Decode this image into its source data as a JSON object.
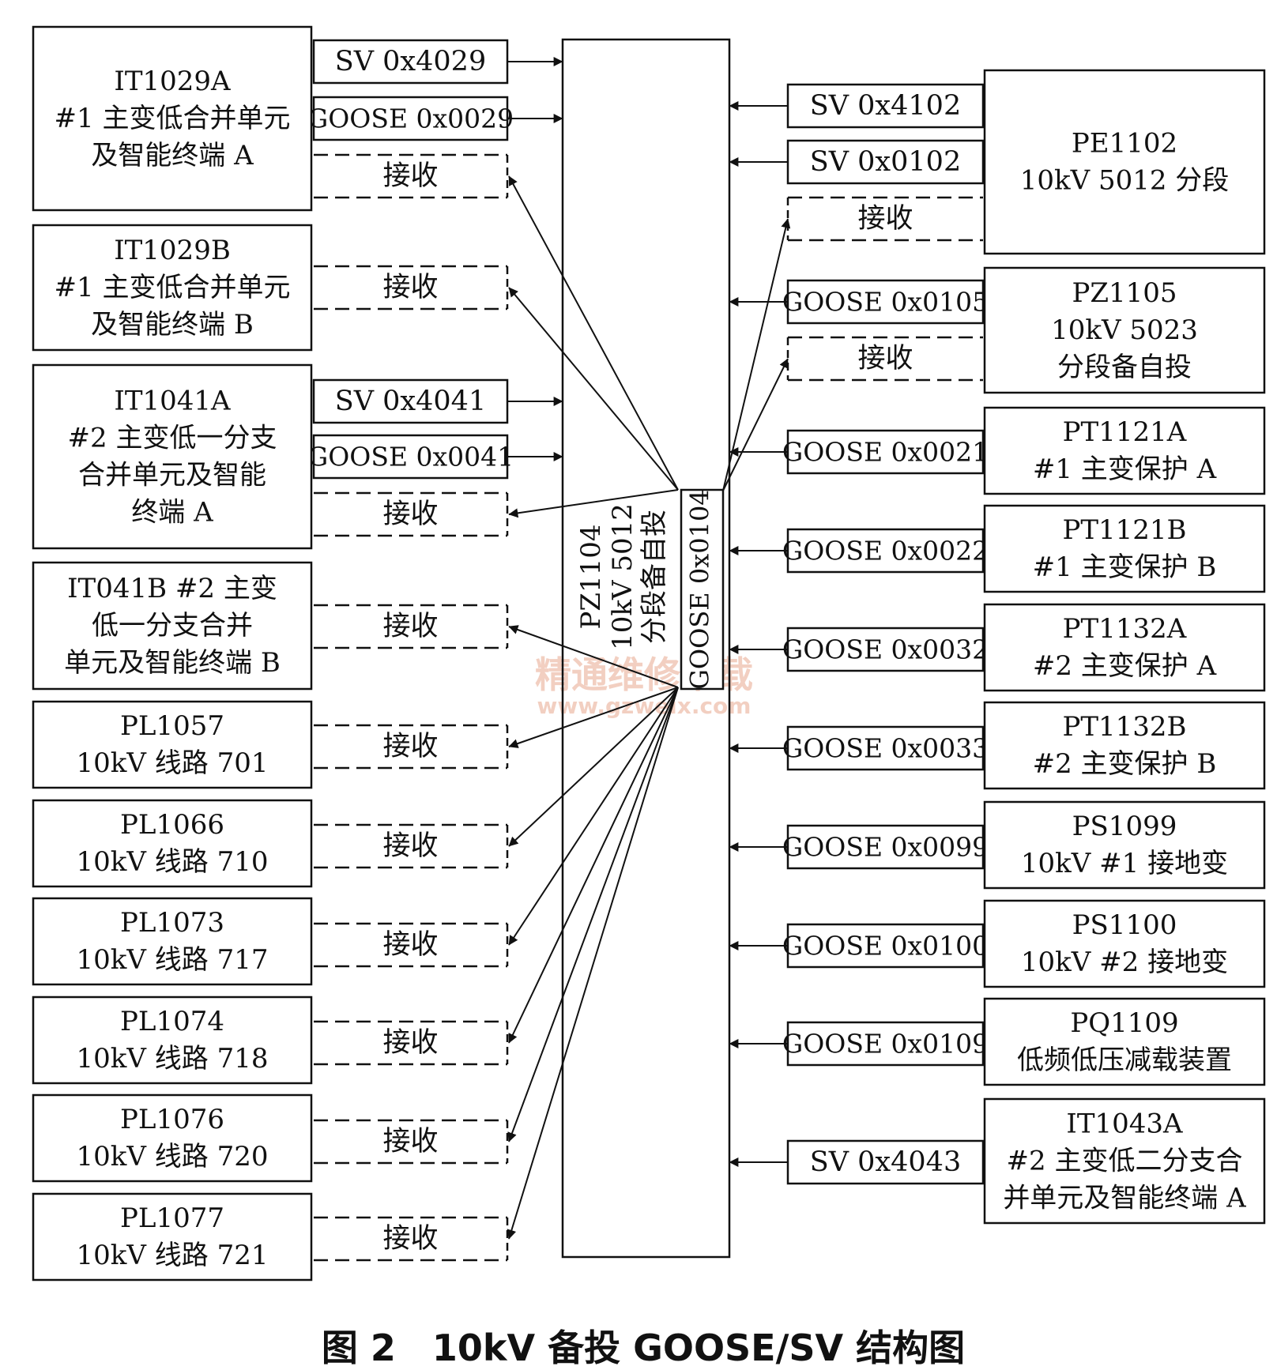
{
  "left_devices": [
    {
      "lines": [
        "IT1029A",
        "#1 主变低合并单元",
        "及智能终端 A"
      ]
    },
    {
      "lines": [
        "IT1029B",
        "#1 主变低合并单元",
        "及智能终端 B"
      ]
    },
    {
      "lines": [
        "IT1041A",
        "#2 主变低一分支",
        "合并单元及智能",
        "终端 A"
      ]
    },
    {
      "lines": [
        "IT041B #2 主变",
        "低一分支合并",
        "单元及智能终端 B"
      ]
    },
    {
      "lines": [
        "PL1057",
        "10kV 线路 701"
      ]
    },
    {
      "lines": [
        "PL1066",
        "10kV 线路 710"
      ]
    },
    {
      "lines": [
        "PL1073",
        "10kV 线路 717"
      ]
    },
    {
      "lines": [
        "PL1074",
        "10kV 线路 718"
      ]
    },
    {
      "lines": [
        "PL1076",
        "10kV 线路 720"
      ]
    },
    {
      "lines": [
        "PL1077",
        "10kV 线路 721"
      ]
    }
  ],
  "left_links": [
    {
      "label": "SV 0x4029",
      "kind": "send"
    },
    {
      "label": "GOOSE 0x0029",
      "kind": "send"
    },
    {
      "label": "接收",
      "kind": "receive"
    },
    {
      "label": "接收",
      "kind": "receive"
    },
    {
      "label": "SV 0x4041",
      "kind": "send"
    },
    {
      "label": "GOOSE 0x0041",
      "kind": "send"
    },
    {
      "label": "接收",
      "kind": "receive"
    },
    {
      "label": "接收",
      "kind": "receive"
    },
    {
      "label": "接收",
      "kind": "receive"
    },
    {
      "label": "接收",
      "kind": "receive"
    },
    {
      "label": "接收",
      "kind": "receive"
    },
    {
      "label": "接收",
      "kind": "receive"
    },
    {
      "label": "接收",
      "kind": "receive"
    },
    {
      "label": "接收",
      "kind": "receive"
    }
  ],
  "central_device": {
    "lines": [
      "PZ1104",
      "10kV 5012",
      "分段备自投"
    ],
    "goose_out": "GOOSE 0x0104"
  },
  "right_devices": [
    {
      "lines": [
        "PE1102",
        "10kV 5012 分段"
      ]
    },
    {
      "lines": [
        "PZ1105",
        "10kV 5023",
        "分段备自投"
      ]
    },
    {
      "lines": [
        "PT1121A",
        "#1 主变保护 A"
      ]
    },
    {
      "lines": [
        "PT1121B",
        "#1 主变保护 B"
      ]
    },
    {
      "lines": [
        "PT1132A",
        "#2 主变保护 A"
      ]
    },
    {
      "lines": [
        "PT1132B",
        "#2 主变保护 B"
      ]
    },
    {
      "lines": [
        "PS1099",
        "10kV #1 接地变"
      ]
    },
    {
      "lines": [
        "PS1100",
        "10kV #2 接地变"
      ]
    },
    {
      "lines": [
        "PQ1109",
        "低频低压减载装置"
      ]
    },
    {
      "lines": [
        "IT1043A",
        "#2 主变低二分支合",
        "并单元及智能终端 A"
      ]
    }
  ],
  "right_links": [
    {
      "label": "SV 0x4102",
      "kind": "send"
    },
    {
      "label": "SV 0x0102",
      "kind": "send"
    },
    {
      "label": "接收",
      "kind": "receive"
    },
    {
      "label": "GOOSE 0x0105",
      "kind": "send"
    },
    {
      "label": "接收",
      "kind": "receive"
    },
    {
      "label": "GOOSE 0x0021",
      "kind": "send"
    },
    {
      "label": "GOOSE 0x0022",
      "kind": "send"
    },
    {
      "label": "GOOSE 0x0032",
      "kind": "send"
    },
    {
      "label": "GOOSE 0x0033",
      "kind": "send"
    },
    {
      "label": "GOOSE 0x0099",
      "kind": "send"
    },
    {
      "label": "GOOSE 0x0100",
      "kind": "send"
    },
    {
      "label": "GOOSE 0x0109",
      "kind": "send"
    },
    {
      "label": "SV 0x4043",
      "kind": "send"
    }
  ],
  "watermark": {
    "line1": "精通维修下载",
    "line2": "www.gzweix.com"
  },
  "caption": "图 2　10kV 备投 GOOSE/SV 结构图"
}
